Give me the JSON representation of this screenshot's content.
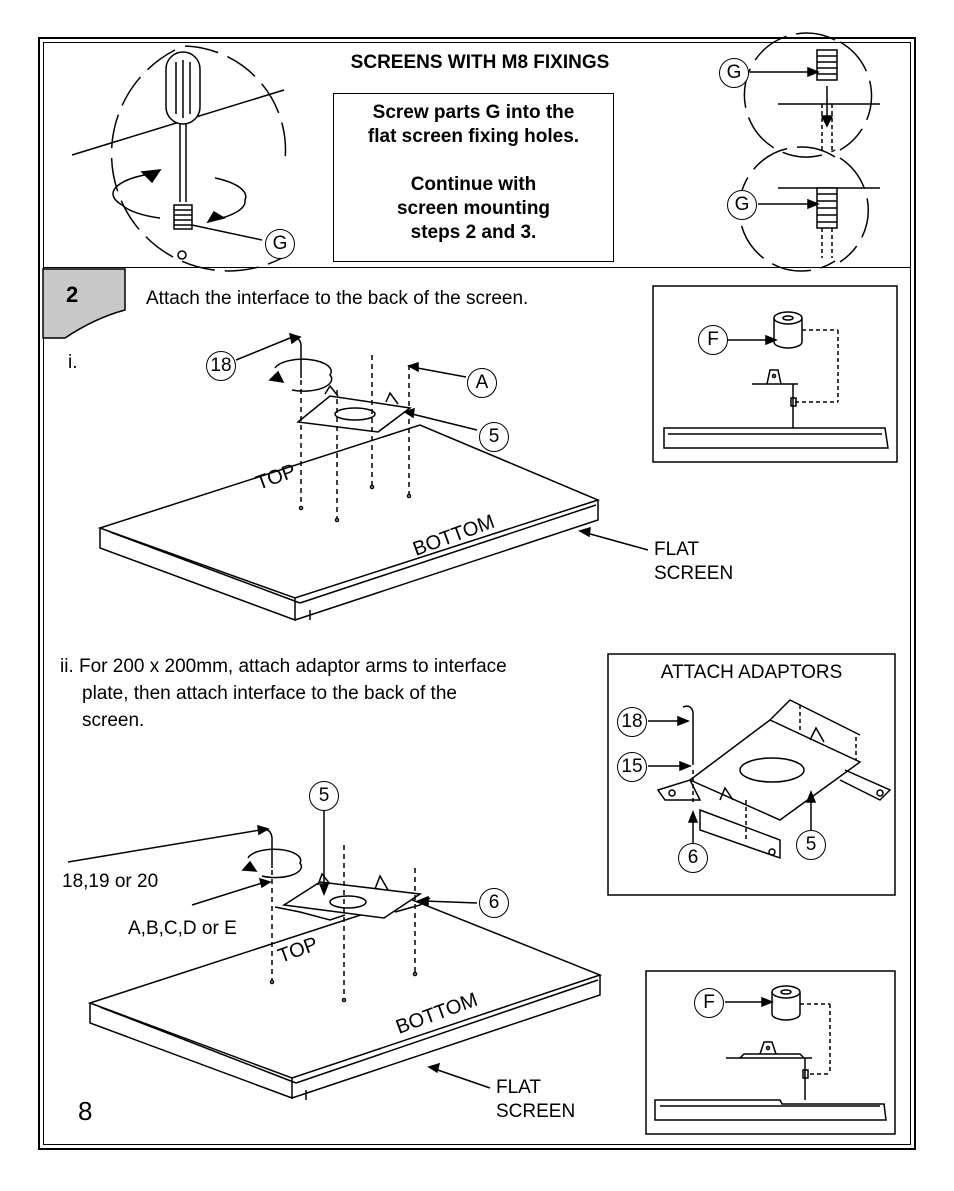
{
  "header": {
    "title": "SCREENS WITH M8 FIXINGS",
    "note_line1": "Screw parts G into the",
    "note_line2": "flat screen fixing holes.",
    "note_line3": "Continue with",
    "note_line4": "screen mounting",
    "note_line5": "steps 2 and 3."
  },
  "step2": {
    "number": "2",
    "intro": "Attach the interface to the back of the screen.",
    "sub_i": "i.",
    "sub_ii_line1": "ii. For 200 x 200mm, attach adaptor arms to interface",
    "sub_ii_line2": "plate, then attach interface to the back of the",
    "sub_ii_line3": "screen.",
    "attach_adaptors": "ATTACH ADAPTORS"
  },
  "labels": {
    "G": "G",
    "F": "F",
    "A": "A",
    "n18": "18",
    "n5": "5",
    "n6": "6",
    "n15": "15",
    "top": "TOP",
    "bottom": "BOTTOM",
    "flat": "FLAT",
    "screen": "SCREEN",
    "tools": "18,19 or 20",
    "screws": "A,B,C,D or E"
  },
  "page_number": "8"
}
